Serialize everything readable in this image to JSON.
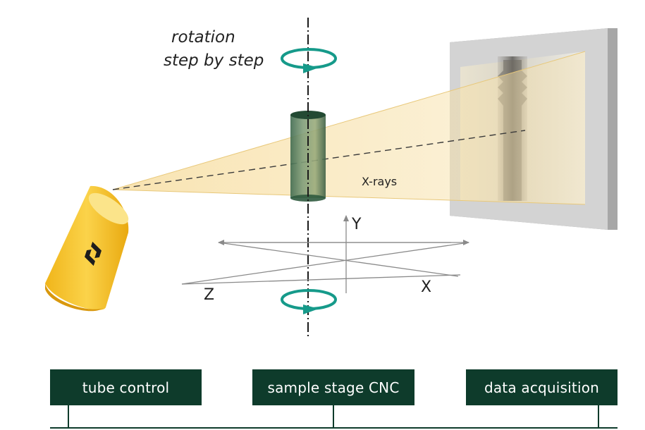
{
  "labels": {
    "rotation_line1": "rotation",
    "rotation_line2": "step by step",
    "xrays": "X-rays",
    "axis_x": "X",
    "axis_y": "Y",
    "axis_z": "Z"
  },
  "control_boxes": {
    "tube_control": "tube control",
    "sample_stage": "sample stage CNC",
    "data_acquisition": "data acquisition"
  },
  "colors": {
    "dark_green": "#0e3b2b",
    "teal_arrow": "#169a8a",
    "beam": "#f4d67a",
    "tube_yellow": "#f2c12a",
    "detector_frame": "#d2d2d2"
  },
  "icons": {
    "tube_logo": "hexagon-logo-icon",
    "rotation": "rotation-arrow-icon"
  }
}
